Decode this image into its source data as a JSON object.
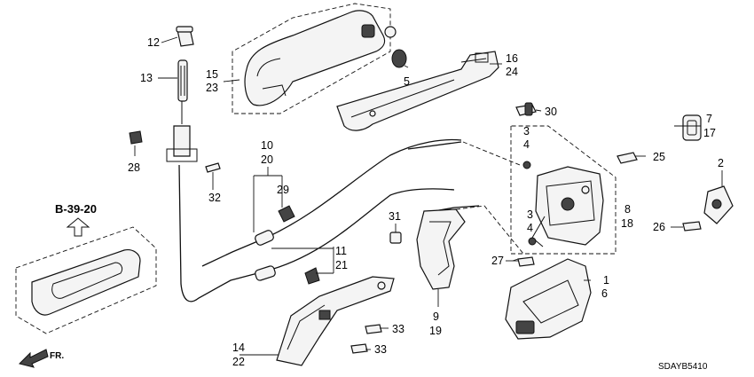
{
  "callouts": {
    "c12": "12",
    "c13": "13",
    "c15": "15",
    "c23": "23",
    "c5": "5",
    "c16": "16",
    "c24": "24",
    "c30": "30",
    "c7": "7",
    "c17": "17",
    "c25": "25",
    "c2": "2",
    "c26": "26",
    "c3a": "3",
    "c4a": "4",
    "c3b": "3",
    "c4b": "4",
    "c8": "8",
    "c18": "18",
    "c27": "27",
    "c1": "1",
    "c6": "6",
    "c10": "10",
    "c20": "20",
    "c29": "29",
    "c28": "28",
    "c32": "32",
    "c11": "11",
    "c21": "21",
    "c31": "31",
    "c9": "9",
    "c19": "19",
    "c14": "14",
    "c22": "22",
    "c33a": "33",
    "c33b": "33"
  },
  "reference": {
    "text": "B-39-20"
  },
  "direction": {
    "text": "FR."
  },
  "diagram_code": {
    "text": "SDAYB5410"
  }
}
